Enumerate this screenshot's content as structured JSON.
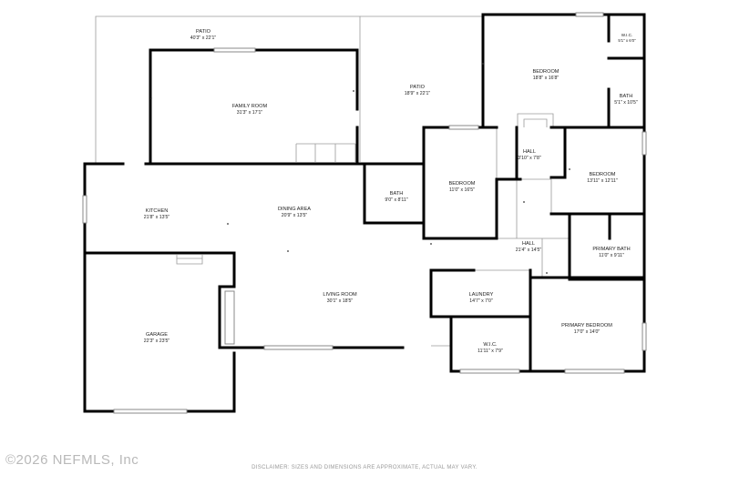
{
  "rooms": [
    {
      "name": "PATIO",
      "dim": "40'3\" x 22'1\""
    },
    {
      "name": "FAMILY ROOM",
      "dim": "31'3\" x 17'1\""
    },
    {
      "name": "PATIO",
      "dim": "18'9\" x 22'1\""
    },
    {
      "name": "BEDROOM",
      "dim": "18'8\" x 16'8\""
    },
    {
      "name": "W.I.C.",
      "dim": "5'1\" x 6'0\""
    },
    {
      "name": "BATH",
      "dim": "5'1\" x 10'5\""
    },
    {
      "name": "HALL",
      "dim": "3'10\" x 7'8\""
    },
    {
      "name": "BEDROOM",
      "dim": "13'11\" x 12'11\""
    },
    {
      "name": "BEDROOM",
      "dim": "11'0\" x 16'5\""
    },
    {
      "name": "BATH",
      "dim": "9'0\" x 8'11\""
    },
    {
      "name": "KITCHEN",
      "dim": "21'8\" x 13'5\""
    },
    {
      "name": "DINING AREA",
      "dim": "20'9\" x 13'5\""
    },
    {
      "name": "HALL",
      "dim": "21'4\" x 14'5\""
    },
    {
      "name": "PRIMARY BATH",
      "dim": "11'0\" x 9'11\""
    },
    {
      "name": "LIVING ROOM",
      "dim": "30'1\" x 18'5\""
    },
    {
      "name": "LAUNDRY",
      "dim": "14'7\" x 7'0\""
    },
    {
      "name": "GARAGE",
      "dim": "22'3\" x 23'5\""
    },
    {
      "name": "PRIMARY BEDROOM",
      "dim": "17'0\" x 14'0\""
    },
    {
      "name": "W.I.C.",
      "dim": "11'11\" x 7'9\""
    }
  ],
  "watermark": "©2026 NEFMLS, Inc",
  "disclaimer": "DISCLAIMER: SIZES AND DIMENSIONS ARE APPROXIMATE, ACTUAL MAY VARY."
}
